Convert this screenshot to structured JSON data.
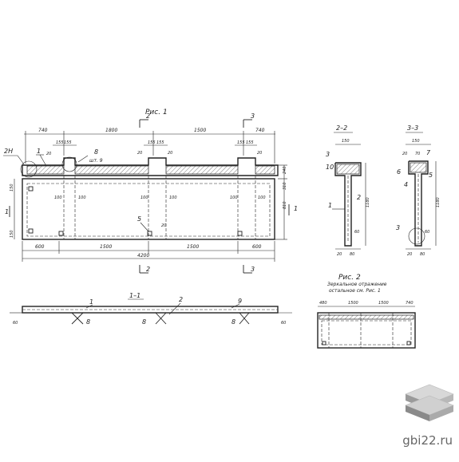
{
  "fig1": {
    "title": "Рис. 1",
    "top_dims": [
      "740",
      "1800",
      "1500",
      "740"
    ],
    "small_dims_left": [
      "155",
      "155",
      "20"
    ],
    "small_dims_mid": [
      "20",
      "155",
      "155",
      "20"
    ],
    "small_dims_right": [
      "155",
      "155",
      "20"
    ],
    "bottom_dims": [
      "600",
      "1500",
      "1500",
      "600"
    ],
    "total_width": "4200",
    "right_dims": [
      "240",
      "310",
      "810"
    ],
    "left_dims": [
      "150",
      "150"
    ],
    "inner_dims": [
      "100",
      "100",
      "100",
      "100",
      "100",
      "100"
    ],
    "leader_labels": [
      "2Н",
      "1",
      "20",
      "8",
      "шт. 9",
      "5",
      "20"
    ],
    "section_marks": [
      "2",
      "2",
      "3",
      "3",
      "1",
      "1"
    ]
  },
  "section11": {
    "title": "1–1",
    "labels": [
      "1",
      "2",
      "9",
      "8",
      "8",
      "8"
    ],
    "dims": [
      "60",
      "60"
    ]
  },
  "section22": {
    "title": "2–2",
    "top_dim": "150",
    "height": "1180",
    "labels": [
      "3",
      "10",
      "2",
      "1"
    ],
    "bottom": [
      "20",
      "80",
      "60"
    ]
  },
  "section33": {
    "title": "3–3",
    "top_dim": "150",
    "small": [
      "20",
      "70",
      "7"
    ],
    "height": "1180",
    "labels": [
      "6",
      "5",
      "4",
      "3"
    ],
    "bottom": [
      "20",
      "80",
      "60"
    ]
  },
  "fig2": {
    "title": "Рис. 2",
    "caption1": "Зеркальное отражение",
    "caption2": "остальное см. Рис. 1",
    "dims": [
      "480",
      "1500",
      "1500",
      "740"
    ]
  },
  "footer": {
    "site": "gbi22.ru"
  }
}
